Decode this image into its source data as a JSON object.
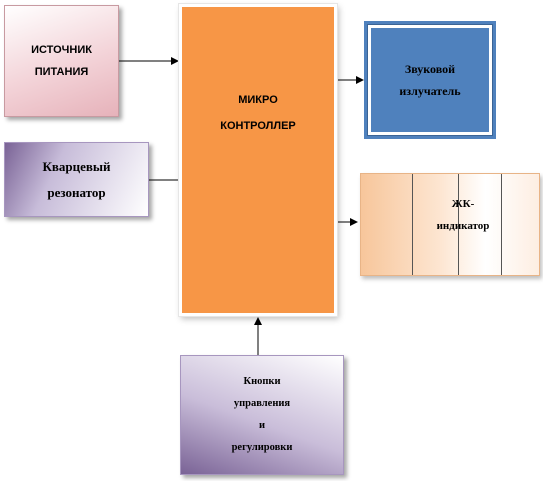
{
  "blocks": {
    "power_supply": "ИСТОЧНИК\nПИТАНИЯ",
    "quartz_resonator": "Кварцевый\nрезонатор",
    "microcontroller": "МИКРО\nКОНТРОЛЛЕР",
    "sound_emitter": "Звуковой\nизлучатель",
    "lcd_indicator": "ЖК-\nиндикатор",
    "control_buttons": "Кнопки\nуправления\nи\nрегулировки"
  },
  "colors": {
    "microcontroller": "#f79646",
    "sound_emitter": "#4f81bd",
    "arrow": "#000000"
  }
}
